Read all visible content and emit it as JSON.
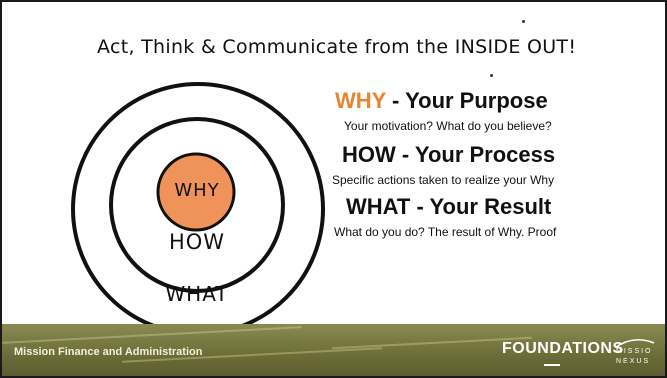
{
  "slide": {
    "title": "Act, Think & Communicate from the INSIDE OUT!",
    "circles": {
      "inner_label": "WHY",
      "middle_label": "HOW",
      "outer_label": "WHAT",
      "inner_fill": "#f0935a"
    },
    "sections": [
      {
        "keyword": "WHY",
        "rest": " - Your Purpose",
        "description": "Your motivation? What do you believe?",
        "keyword_color": "#e8842f"
      },
      {
        "heading": "HOW - Your Process",
        "description": "Specific actions taken to realize your Why"
      },
      {
        "heading": "WHAT - Your Result",
        "description": "What do you do? The result of Why. Proof"
      }
    ]
  },
  "footer": {
    "organization": "Mission Finance and Administration",
    "brand": "FOUNDATIONS",
    "logo_top": "MISSIO",
    "logo_bottom": "NEXUS"
  }
}
